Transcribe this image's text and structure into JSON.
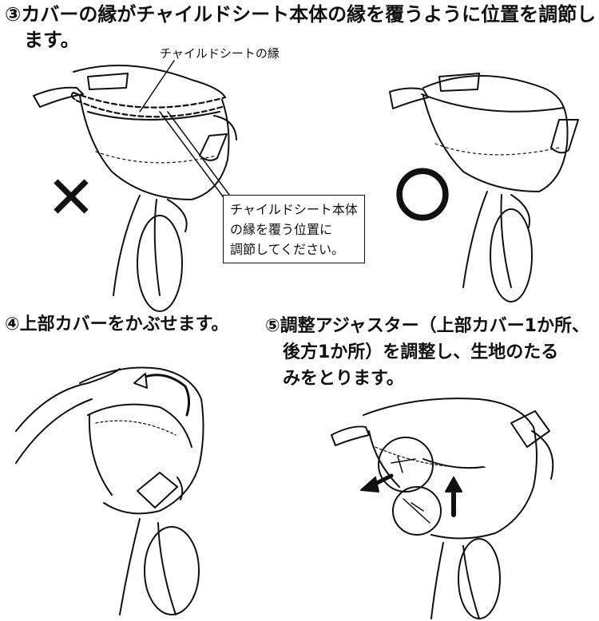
{
  "step3": {
    "line1": "③カバーの縁がチャイルドシート本体の縁を覆うように位置を調節し",
    "line2": "　ます。"
  },
  "callouts": {
    "seat_edge": "チャイルドシートの縁",
    "box_line1": "チャイルドシート本体",
    "box_line2": "の縁を覆う位置に",
    "box_line3": "調節してください。"
  },
  "marks": {
    "wrong": "✕",
    "right": "〇"
  },
  "step4": {
    "line1": "④上部カバーをかぶせます。"
  },
  "step5": {
    "line1": "⑤調整アジャスター（上部カバー1か所、",
    "line2": "　後方1か所）を調整し、生地のたる",
    "line3": "　みをとります。"
  }
}
